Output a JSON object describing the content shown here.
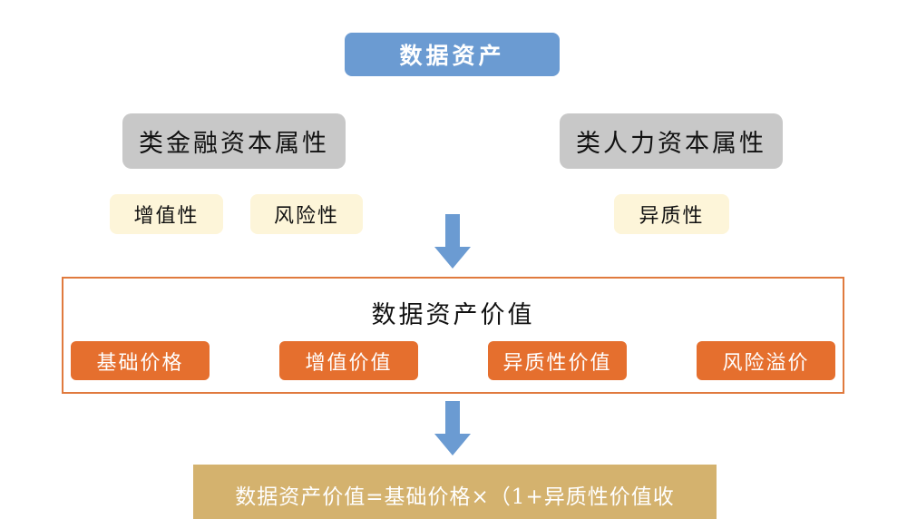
{
  "diagram": {
    "root": {
      "label": "数据资产",
      "color": "#6b9bd2"
    },
    "categories": [
      {
        "label": "类金融资本属性",
        "properties": [
          "增值性",
          "风险性"
        ]
      },
      {
        "label": "类人力资本属性",
        "properties": [
          "异质性"
        ]
      }
    ],
    "value_section": {
      "title": "数据资产价值",
      "components": [
        "基础价格",
        "增值价值",
        "异质性价值",
        "风险溢价"
      ],
      "border_color": "#e07a3e",
      "component_color": "#e56f2e"
    },
    "formula": {
      "text": "数据资产价值=基础价格×（1+异质性价值收",
      "color": "#d4b26e"
    },
    "colors": {
      "category_bg": "#c8c8c8",
      "property_bg": "#fdf5d9",
      "arrow": "#6b9bd2"
    }
  }
}
